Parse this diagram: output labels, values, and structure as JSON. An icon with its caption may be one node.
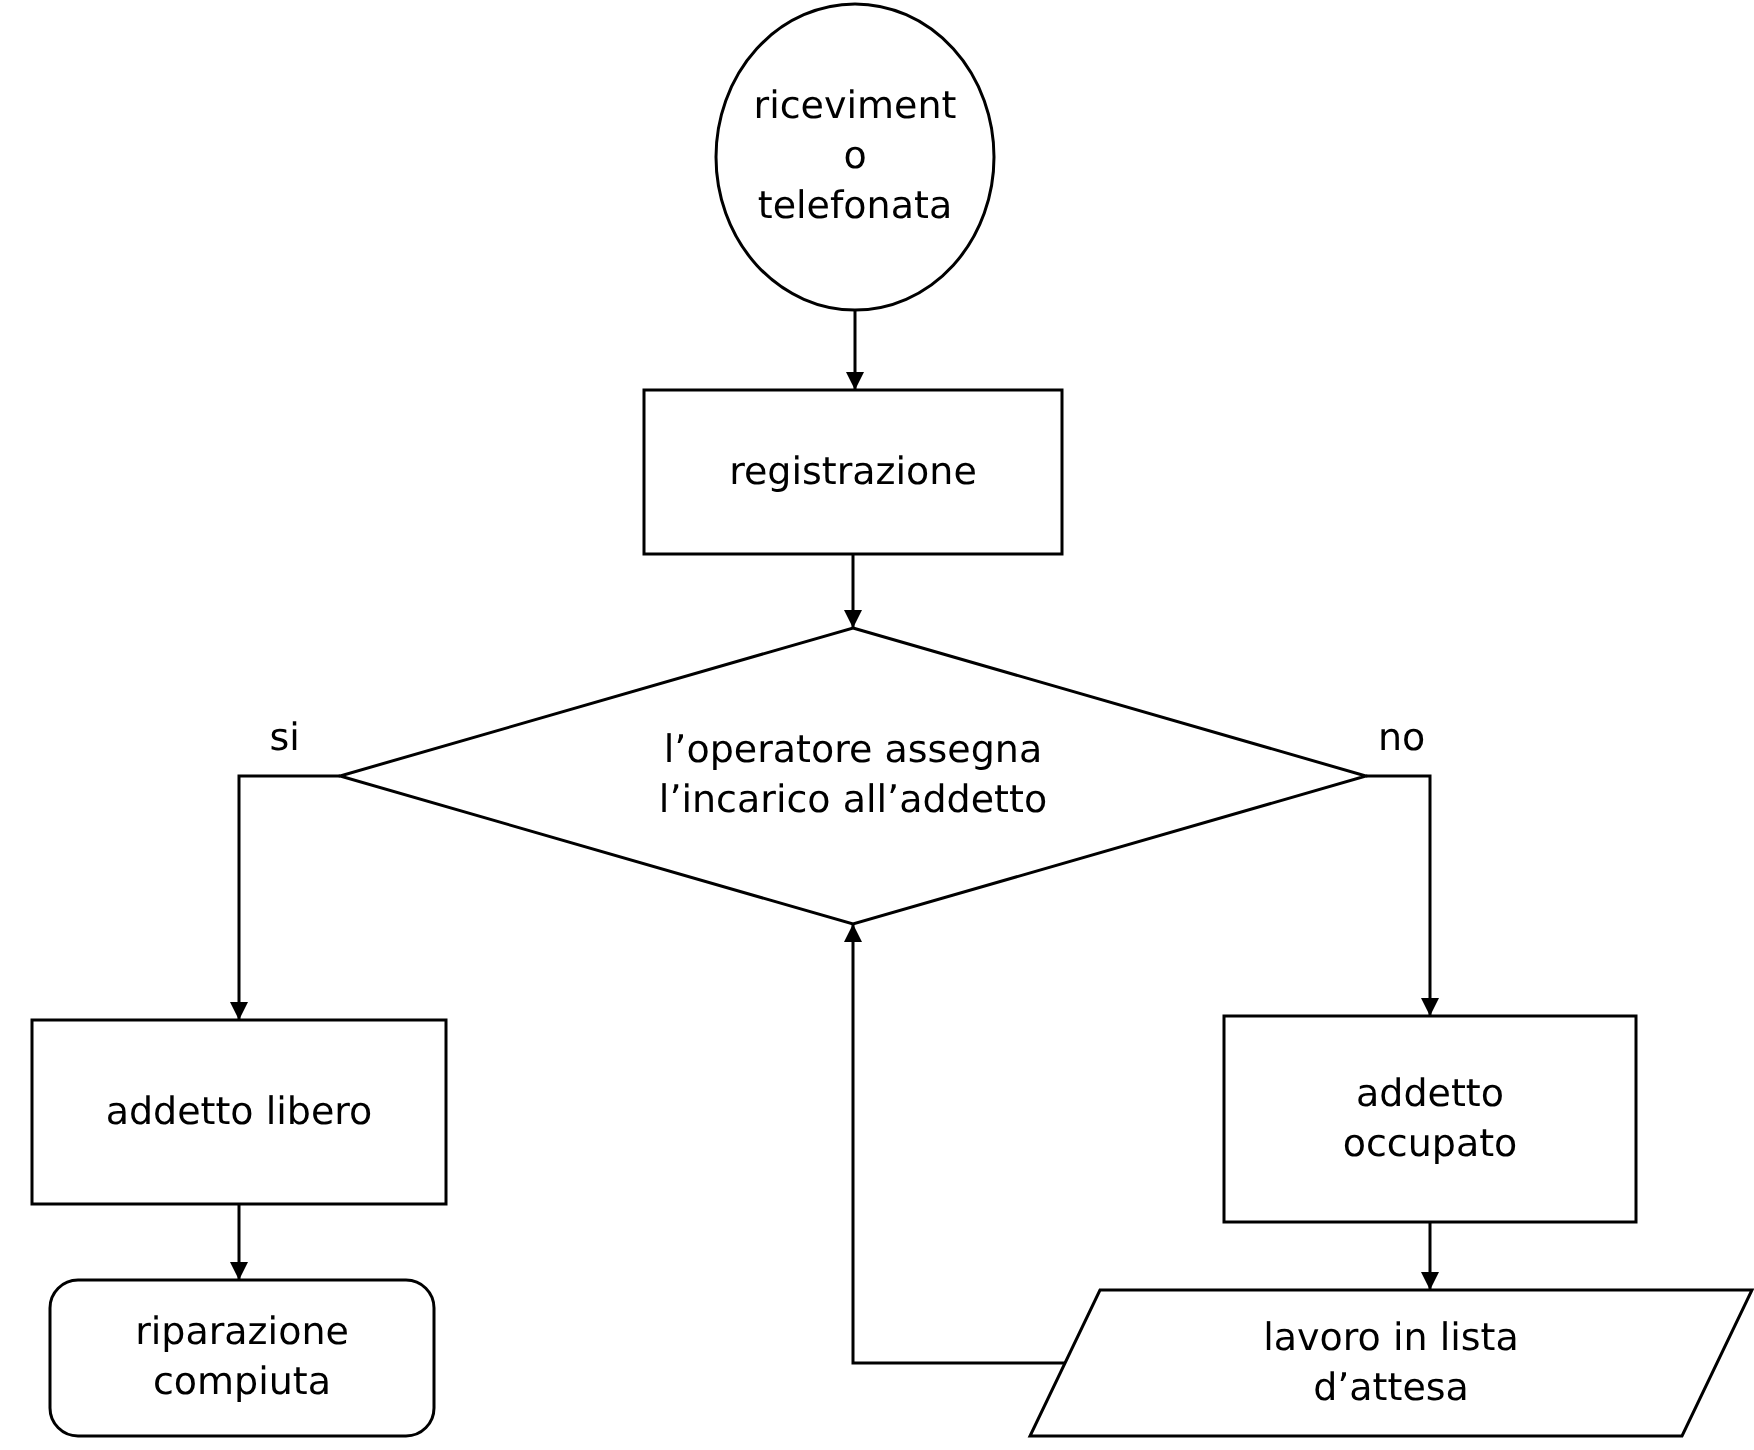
{
  "diagram": {
    "nodes": [
      {
        "text": [
          "ricevimento telefonata"
        ]
      },
      {
        "text": [
          "registrazione"
        ]
      },
      {
        "text": [
          "l’operatore assegna l’incarico all’addetto"
        ]
      },
      {
        "text": [
          "addetto libero"
        ]
      },
      {
        "text": [
          "addetto occupato"
        ]
      },
      {
        "text": [
          "riparazione compiuta"
        ]
      },
      {
        "text": [
          "lavoro in lista d’attesa"
        ]
      }
    ],
    "edges": [
      {
        "from": 0,
        "to": 1,
        "arrow": "to"
      },
      {
        "from": 1,
        "to": 2,
        "arrow": "to"
      },
      {
        "from": 2,
        "to": 3,
        "arrow": "to",
        "label": "si"
      },
      {
        "from": 2,
        "to": 4,
        "arrow": "to",
        "label": "no"
      },
      {
        "from": 3,
        "to": 5,
        "arrow": "to"
      },
      {
        "from": 4,
        "to": 6,
        "arrow": "to"
      },
      {
        "from": 6,
        "to": 2,
        "arrow": "to"
      }
    ]
  }
}
